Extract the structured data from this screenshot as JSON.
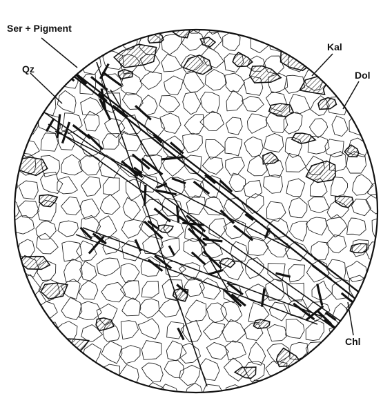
{
  "figure": {
    "description_labels": {
      "ser_pigment": "Ser + Pigment",
      "qz": "Qz",
      "kal": "Kal",
      "dol": "Dol",
      "chl": "Chl"
    },
    "colors": {
      "ink": "#111111",
      "background": "#ffffff"
    }
  }
}
